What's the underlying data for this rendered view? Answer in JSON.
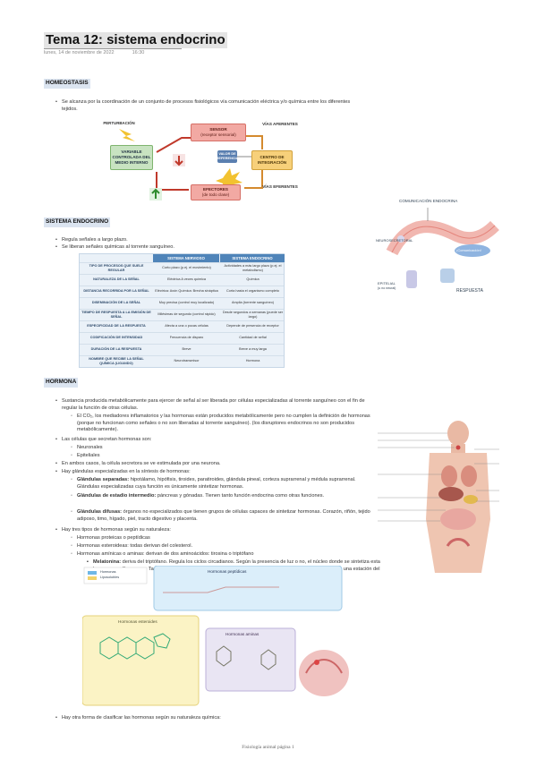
{
  "doc": {
    "title": "Tema 12: sistema endocrino",
    "date": "lunes, 14 de noviembre de 2022",
    "time": "16:30",
    "footer": "Fisiología animal página 1"
  },
  "homeostasis": {
    "heading": "HOMEOSTASIS",
    "text": "Se alcanza por la coordinación de un conjunto de procesos fisiológicos vía comunicación eléctrica y/o química entre los diferentes tejidos.",
    "diagram": {
      "perturbacion": "PERTURBACIÓN",
      "variable": "VARIABLE CONTROLADA DEL MEDIO INTERNO",
      "sensor": "SENSOR",
      "sensor_sub": "(receptor sensorial)",
      "vias_aferentes": "VÍAS AFERENTES",
      "valor": "VALOR DE REFERENCIA",
      "centro": "CENTRO DE INTEGRACIÓN",
      "vias_eferentes": "VÍAS EFERENTES",
      "efectores": "EFECTORES",
      "efectores_sub": "(de todo clase)"
    }
  },
  "endocrino": {
    "heading": "SISTEMA ENDOCRINO",
    "b1": "Regula señales a largo plazo.",
    "b2": "Se liberan señales químicas al torrente sanguíneo.",
    "table": {
      "headers": [
        "SISTEMA NERVIOSO",
        "SISTEMA ENDOCRINO"
      ],
      "rows": [
        [
          "TIPO DE PROCESOS QUE SUELE REGULAR",
          "Corto plazo (p.ej. el movimiento)",
          "Actividades a más largo plazo (p.ej. el metabolismo)"
        ],
        [
          "NATURALEZA DE LA SEÑAL",
          "Eléctrica A veces química",
          "Química"
        ],
        [
          "DISTANCIA RECORRIDA POR LA SEÑAL",
          "Eléctrica: Axón Química: Brecha sináptica",
          "Corta hasta el organismo completo"
        ],
        [
          "DISEMINACIÓN DE LA SEÑAL",
          "Muy precisa (control muy localizado)",
          "Amplia (torrente sanguíneo)"
        ],
        [
          "TIEMPO DE RESPUESTA A LA EMISIÓN DE SEÑAL",
          "Milésimas de segundo (control rápido)",
          "Desde segundos a semanas (puede ser largo)"
        ],
        [
          "ESPECIFICIDAD DE LA RESPUESTA",
          "Afecta a una o pocas células",
          "Depende de presencia de receptor"
        ],
        [
          "CODIFICACIÓN DE INTENSIDAD",
          "Frecuencia de disparo",
          "Cantidad de señal"
        ],
        [
          "DURACIÓN DE LA RESPUESTA",
          "Breve",
          "Breve a muy larga"
        ],
        [
          "NOMBRE QUE RECIBE LA SEÑAL QUÍMICA (LIGANDO)",
          "Neurotransmisor",
          "Hormona"
        ]
      ]
    },
    "figure": {
      "title": "COMUNICACIÓN ENDOCRINA",
      "neuro": "NEUROSECRETORAL",
      "epitelial": "EPITELIAL",
      "epitelial_sub": "(u no neural)",
      "bubble": "¡Comunicación!",
      "respuesta": "RESPUESTA"
    }
  },
  "hormona": {
    "heading": "HORMONA",
    "b1": "Sustancia producida metabólicamente para ejercer de señal al ser liberada por células especializadas al torrente sanguíneo con el fin de regular la función de otras células.",
    "b1_sub": "El CO₂, los mediadores inflamatorios y las hormonas están producidos metabólicamente pero no cumplen la definición de hormonas (porque no funcionan como señales o no son liberadas al torrente sanguíneo). (los disruptores endocrinos no son producidos metabólicamente).",
    "b2": "Las células que secretan hormonas son:",
    "b2_items": [
      "Neuronales",
      "Epiteliales"
    ],
    "b3": "En ambos casos, la célula secretora se ve estimulada por una neurona.",
    "b4": "Hay glándulas especializadas en la síntesis de hormonas:",
    "b4_items": [
      {
        "bold": "Glándulas separadas:",
        "text": " hipotálamo, hipófisis, tiroides, paratiroides, glándula pineal, corteza suprarrenal y médula suprarrenal. Glándulas especializadas cuya función es únicamente sintetizar hormonas."
      },
      {
        "bold": "Glándulas de estadio intermedio:",
        "text": " páncreas y gónadas. Tienen tanto función endocrina como otras funciones."
      },
      {
        "bold": "Glándulas difusas:",
        "text": " órganos no especializados que tienen grupos de células capaces de sintetizar hormonas. Corazón, riñón, tejido adiposo, timo, hígado, piel, tracto digestivo y placenta."
      }
    ],
    "b5": "Hay tres tipos de hormonas según su naturaleza:",
    "b5_items": [
      {
        "bold": "",
        "text": "Hormonas proteicas o peptídicas"
      },
      {
        "bold": "",
        "text": "Hormonas esteroideas: todas derivan del colesterol."
      },
      {
        "bold": "",
        "text": "Hormonas amínicas o aminas: derivan de dos aminoácidos: tirosina o triptófano"
      }
    ],
    "melatonina": {
      "bold": "Melatonina:",
      "text": " deriva del triptófano. Regula los ciclos circadianos. Según la presencia de luz o no, el núcleo donde se sintetiza esta hormona, se libera o no. También relacionada con los ciclos reproductivos (animales con ciclos reproductivos en una estación del año determinada)."
    },
    "b6": "Hay otra forma de clasificar las hormonas según su naturaleza química:",
    "figure": {
      "legend_hormonas": "Hormonas",
      "legend_lipo": "Liposolubles",
      "peptidicas": "Hormonas peptídicas",
      "esteroides": "Hormonas esteroides",
      "aminas": "Hormonas aminas"
    }
  }
}
